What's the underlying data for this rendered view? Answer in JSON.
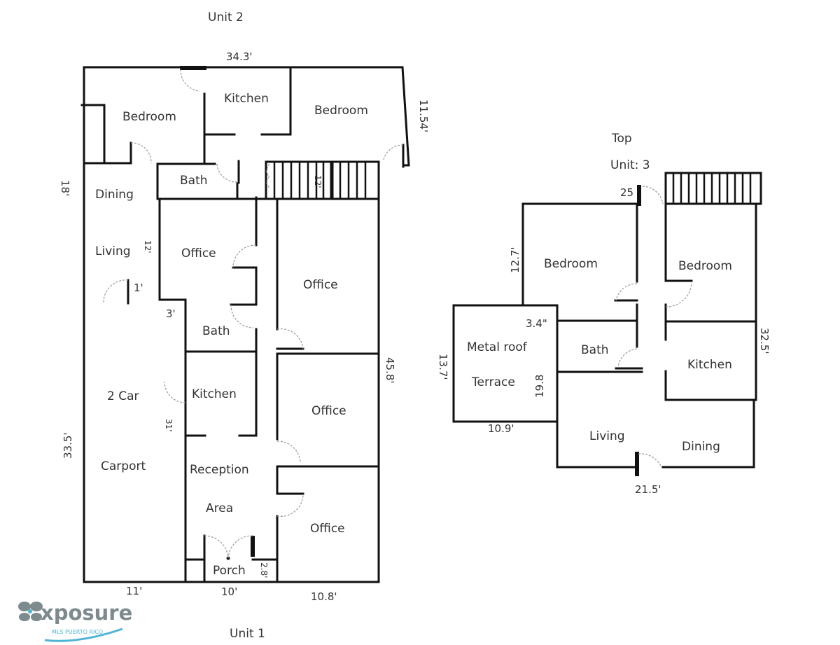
{
  "titles": {
    "unit2": "Unit 2",
    "unit1": "Unit 1",
    "top": "Top",
    "unit3": "Unit: 3"
  },
  "unit2_rooms": {
    "bedroom_left": "Bedroom",
    "kitchen": "Kitchen",
    "bedroom_right": "Bedroom",
    "bath": "Bath",
    "dining": "Dining",
    "living": "Living"
  },
  "unit1_rooms": {
    "office1": "Office",
    "office2": "Office",
    "office3": "Office",
    "office4": "Office",
    "bath": "Bath",
    "kitchen": "Kitchen",
    "carport1": "2 Car",
    "carport2": "Carport",
    "reception1": "Reception",
    "reception2": "Area",
    "porch": "Porch"
  },
  "unit3_rooms": {
    "bedroom_left": "Bedroom",
    "bedroom_right": "Bedroom",
    "bath": "Bath",
    "kitchen": "Kitchen",
    "living": "Living",
    "dining": "Dining",
    "terrace1": "Metal roof",
    "terrace2": "Terrace"
  },
  "dimensions": {
    "top_width": "34.3'",
    "right_bedroom": "11.54'",
    "left_18": "18'",
    "living_12": "12'",
    "one_ft": "1'",
    "three_ft": "3'",
    "left_335": "33.5'",
    "kitchen_31": "31'",
    "right_458": "45.8'",
    "porch_28": "2.8'",
    "bottom_11": "11'",
    "bottom_10": "10'",
    "bottom_108": "10.8'",
    "stair_12": "12'",
    "u3_25": "25",
    "u3_127": "12.7'",
    "u3_34": "3.4\"",
    "u3_137": "13.7'",
    "u3_198": "19.8",
    "u3_109": "10.9'",
    "u3_325": "32.5'",
    "u3_215": "21.5'"
  },
  "logo": {
    "brand": "xposure",
    "sub": "MLS PUERTO RICO"
  },
  "colors": {
    "wall": "#111111",
    "logo_gray": "#7d8a8e",
    "logo_blue": "#4fb5d6"
  }
}
